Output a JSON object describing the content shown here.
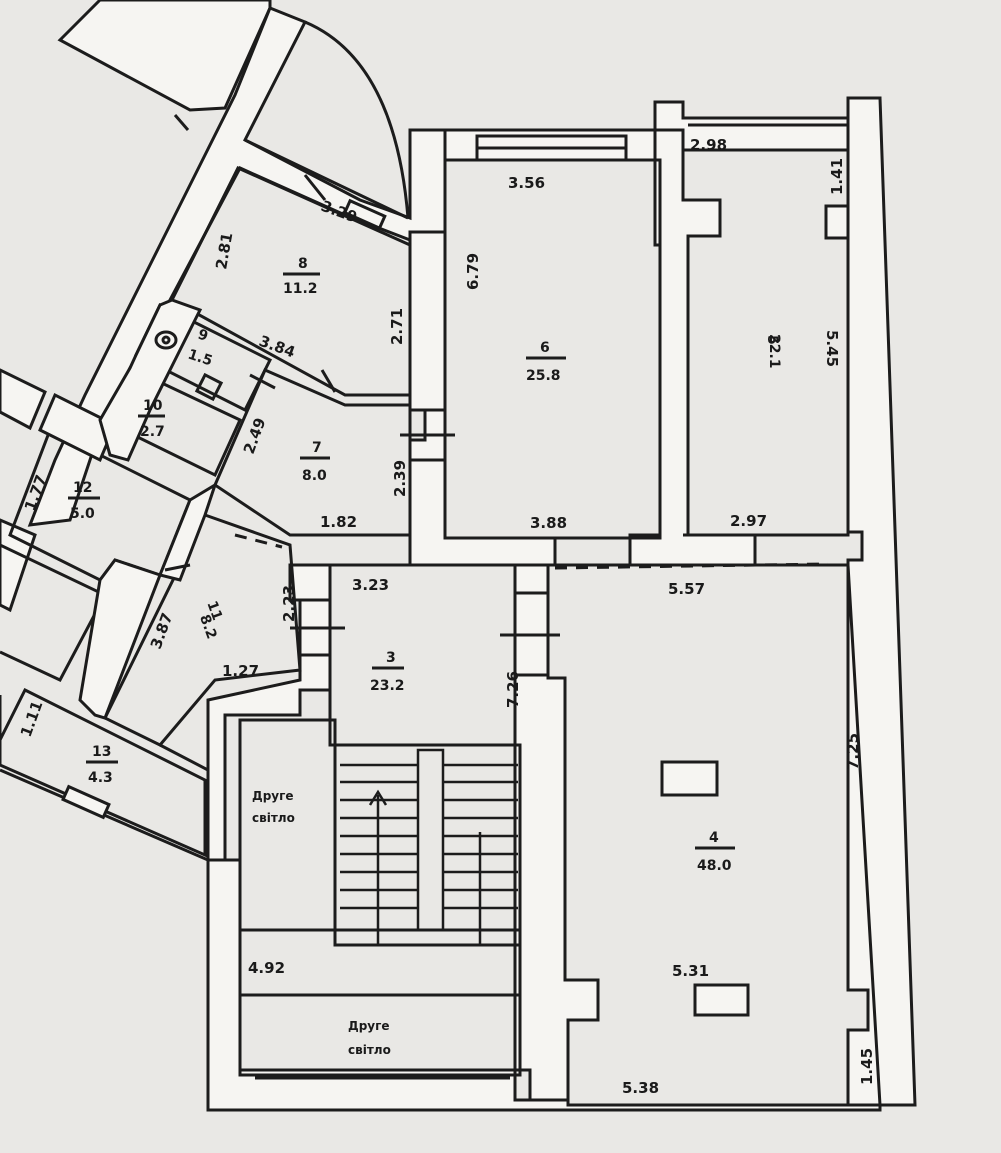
{
  "rooms": [
    {
      "number": "3",
      "area": "23.2"
    },
    {
      "number": "4",
      "area": "48.0"
    },
    {
      "number": "5",
      "area": "22.1"
    },
    {
      "number": "6",
      "area": "25.8"
    },
    {
      "number": "7",
      "area": "8.0"
    },
    {
      "number": "8",
      "area": "11.2"
    },
    {
      "number": "9",
      "area": "1.5"
    },
    {
      "number": "10",
      "area": "2.7"
    },
    {
      "number": "11",
      "area": "8.2"
    },
    {
      "number": "12",
      "area": "5.0"
    },
    {
      "number": "13",
      "area": "4.3"
    }
  ],
  "dimensions": [
    "3.56",
    "6.79",
    "3.88",
    "2.98",
    "1.41",
    "5.45",
    "2.97",
    "5.57",
    "7.25",
    "5.31",
    "5.38",
    "1.45",
    "3.23",
    "7.26",
    "4.92",
    "2.81",
    "3.29",
    "2.71",
    "3.84",
    "2.49",
    "2.39",
    "1.82",
    "2.23",
    "3.87",
    "1.27",
    "1.77",
    "1.11"
  ],
  "notes": {
    "second_light_line1": "Друге",
    "second_light_line2_a": "світло",
    "second_light_line2_b": "світло"
  }
}
